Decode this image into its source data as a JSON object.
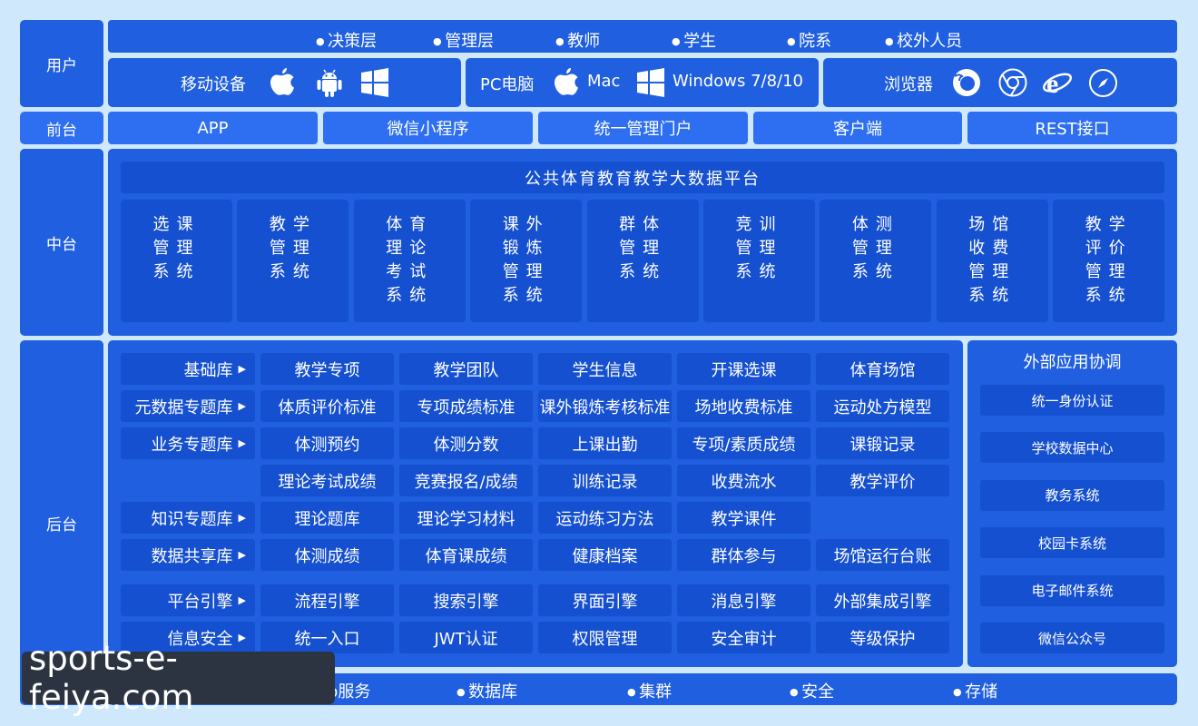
{
  "rows": {
    "user": "用户",
    "front": "前台",
    "middle": "中台",
    "back": "后台"
  },
  "user_roles": [
    "决策层",
    "管理层",
    "教师",
    "学生",
    "院系",
    "校外人员"
  ],
  "devices": {
    "mobile_label": "移动设备",
    "pc_label": "PC电脑",
    "mac_label": "Mac",
    "windows_label": "Windows 7/8/10",
    "browser_label": "浏览器",
    "icons": [
      "apple-icon",
      "android-icon",
      "windows-icon",
      "firefox-icon",
      "chrome-icon",
      "ie-icon",
      "safari-icon"
    ]
  },
  "front_items": [
    "APP",
    "微信小程序",
    "统一管理门户",
    "客户端",
    "REST接口"
  ],
  "middle": {
    "platform_title": "公共体育教育教学大数据平台",
    "systems": [
      [
        "选课",
        "管理",
        "系统"
      ],
      [
        "教学",
        "管理",
        "系统"
      ],
      [
        "体育",
        "理论",
        "考试",
        "系统"
      ],
      [
        "课外",
        "锻炼",
        "管理",
        "系统"
      ],
      [
        "群体",
        "管理",
        "系统"
      ],
      [
        "竞训",
        "管理",
        "系统"
      ],
      [
        "体测",
        "管理",
        "系统"
      ],
      [
        "场馆",
        "收费",
        "管理",
        "系统"
      ],
      [
        "教学",
        "评价",
        "管理",
        "系统"
      ]
    ]
  },
  "back": {
    "rows": [
      {
        "label": "基础库",
        "cells": [
          "教学专项",
          "教学团队",
          "学生信息",
          "开课选课",
          "体育场馆"
        ]
      },
      {
        "label": "元数据专题库",
        "cells": [
          "体质评价标准",
          "专项成绩标准",
          "课外锻炼考核标准",
          "场地收费标准",
          "运动处方模型"
        ]
      },
      {
        "label": "业务专题库",
        "cells": [
          "体测预约",
          "体测分数",
          "上课出勤",
          "专项/素质成绩",
          "课锻记录"
        ]
      },
      {
        "label": "",
        "cells": [
          "理论考试成绩",
          "竞赛报名/成绩",
          "训练记录",
          "收费流水",
          "教学评价"
        ]
      },
      {
        "label": "知识专题库",
        "cells": [
          "理论题库",
          "理论学习材料",
          "运动练习方法",
          "教学课件",
          ""
        ]
      },
      {
        "label": "数据共享库",
        "cells": [
          "体测成绩",
          "体育课成绩",
          "健康档案",
          "群体参与",
          "场馆运行台账"
        ]
      },
      {
        "label": "平台引擎",
        "cells": [
          "流程引擎",
          "搜索引擎",
          "界面引擎",
          "消息引擎",
          "外部集成引擎"
        ]
      },
      {
        "label": "信息安全",
        "cells": [
          "统一入口",
          "JWT认证",
          "权限管理",
          "安全审计",
          "等级保护"
        ]
      }
    ],
    "external": {
      "title": "外部应用协调",
      "items": [
        "统一身份认证",
        "学校数据中心",
        "教务系统",
        "校园卡系统",
        "电子邮件系统",
        "微信公众号"
      ]
    }
  },
  "infra": [
    "web服务",
    "数据库",
    "集群",
    "安全",
    "存储"
  ],
  "watermark": "sports-e-feiya.com"
}
